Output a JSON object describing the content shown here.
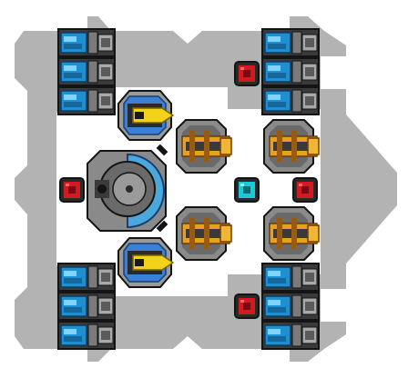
{
  "scene": {
    "background": "#ffffff",
    "hull_color": "#b3b3b3",
    "floor_color": "#ffffff"
  },
  "palette": {
    "metal_dark": "#3a3a3a",
    "metal_mid": "#7a7a7a",
    "metal_light": "#a8a8a8",
    "outline": "#141414",
    "thruster_blue": "#1e8fd0",
    "thruster_blue_light": "#7fd3ff",
    "laser_yellow": "#f2d21b",
    "laser_blue": "#3b7fd6",
    "gun_orange": "#e8a01e",
    "gun_orange_dark": "#9a5a10",
    "shield_blue": "#4aa8dc",
    "node_red": "#d21a22",
    "node_cyan": "#19c9d6"
  },
  "modules": {
    "thrusters": [
      {
        "name": "thruster-top-left-1"
      },
      {
        "name": "thruster-top-left-2"
      },
      {
        "name": "thruster-top-left-3"
      },
      {
        "name": "thruster-top-right-1"
      },
      {
        "name": "thruster-top-right-2"
      },
      {
        "name": "thruster-top-right-3"
      },
      {
        "name": "thruster-bottom-left-1"
      },
      {
        "name": "thruster-bottom-left-2"
      },
      {
        "name": "thruster-bottom-left-3"
      },
      {
        "name": "thruster-bottom-right-1"
      },
      {
        "name": "thruster-bottom-right-2"
      },
      {
        "name": "thruster-bottom-right-3"
      }
    ],
    "laser_turrets": [
      {
        "name": "laser-turret-top"
      },
      {
        "name": "laser-turret-bottom"
      }
    ],
    "gun_turrets": [
      {
        "name": "gun-turret-upper-left"
      },
      {
        "name": "gun-turret-upper-right"
      },
      {
        "name": "gun-turret-lower-left"
      },
      {
        "name": "gun-turret-lower-right"
      }
    ],
    "core": {
      "name": "core-shield-generator"
    },
    "nodes": [
      {
        "name": "red-node-top",
        "color": "red"
      },
      {
        "name": "red-node-left",
        "color": "red"
      },
      {
        "name": "red-node-right",
        "color": "red"
      },
      {
        "name": "red-node-bottom",
        "color": "red"
      },
      {
        "name": "cyan-node-center",
        "color": "cyan"
      }
    ]
  }
}
